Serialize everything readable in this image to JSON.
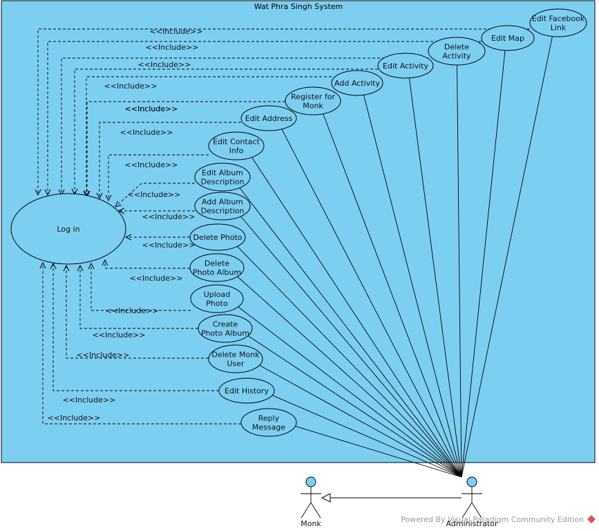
{
  "system": {
    "title": "Wat Phra Singh System",
    "color": "#7dcff2"
  },
  "main_use_case": {
    "label": [
      "Log in"
    ]
  },
  "use_cases": [
    {
      "id": "edit-facebook-link",
      "label": [
        "Edit Facebook",
        "Link"
      ],
      "include": "<<Include>>"
    },
    {
      "id": "edit-map",
      "label": [
        "Edit Map"
      ],
      "include": "<<Include>>"
    },
    {
      "id": "delete-activity",
      "label": [
        "Delete",
        "Activity"
      ],
      "include": "<<Include>>"
    },
    {
      "id": "edit-activity",
      "label": [
        "Edit Activity"
      ],
      "include": "<<Include>>"
    },
    {
      "id": "add-activity",
      "label": [
        "Add Activity"
      ],
      "include": "<<Include>>"
    },
    {
      "id": "register-for-monk",
      "label": [
        "Register for",
        "Monk"
      ],
      "include": "<<Include>>"
    },
    {
      "id": "edit-address",
      "label": [
        "Edit Address"
      ],
      "include": "<<Include>>"
    },
    {
      "id": "edit-contact-info",
      "label": [
        "Edit Contact",
        "Info"
      ],
      "include": "<<Include>>"
    },
    {
      "id": "edit-album-description",
      "label": [
        "Edit Album",
        "Description"
      ],
      "include": "<<Include>>"
    },
    {
      "id": "add-album-description",
      "label": [
        "Add Album",
        "Description"
      ],
      "include": "<<Include>>"
    },
    {
      "id": "delete-photo",
      "label": [
        "Delete Photo"
      ],
      "include": "<<Include>>"
    },
    {
      "id": "delete-photo-album",
      "label": [
        "Delete",
        "Photo Album"
      ],
      "include": "<<Include>>"
    },
    {
      "id": "upload-photo",
      "label": [
        "Upload",
        "Photo"
      ],
      "include": "<<Include>>"
    },
    {
      "id": "create-photo-album",
      "label": [
        "Create",
        "Photo Album"
      ],
      "include": "<<Include>>"
    },
    {
      "id": "delete-monk-user",
      "label": [
        "Delete Monk",
        "User"
      ],
      "include": "<<Include>>"
    },
    {
      "id": "edit-history",
      "label": [
        "Edit History"
      ],
      "include": "<<Include>>"
    },
    {
      "id": "reply-message",
      "label": [
        "Reply",
        "Message"
      ],
      "include": "<<Include>>"
    }
  ],
  "actors": {
    "administrator": {
      "name": "Administrator",
      "color": "#7dcff2"
    },
    "monk": {
      "name": "Monk",
      "color": "#7dcff2"
    }
  },
  "watermark": "Powered By Visual Paradigm Community Edition"
}
